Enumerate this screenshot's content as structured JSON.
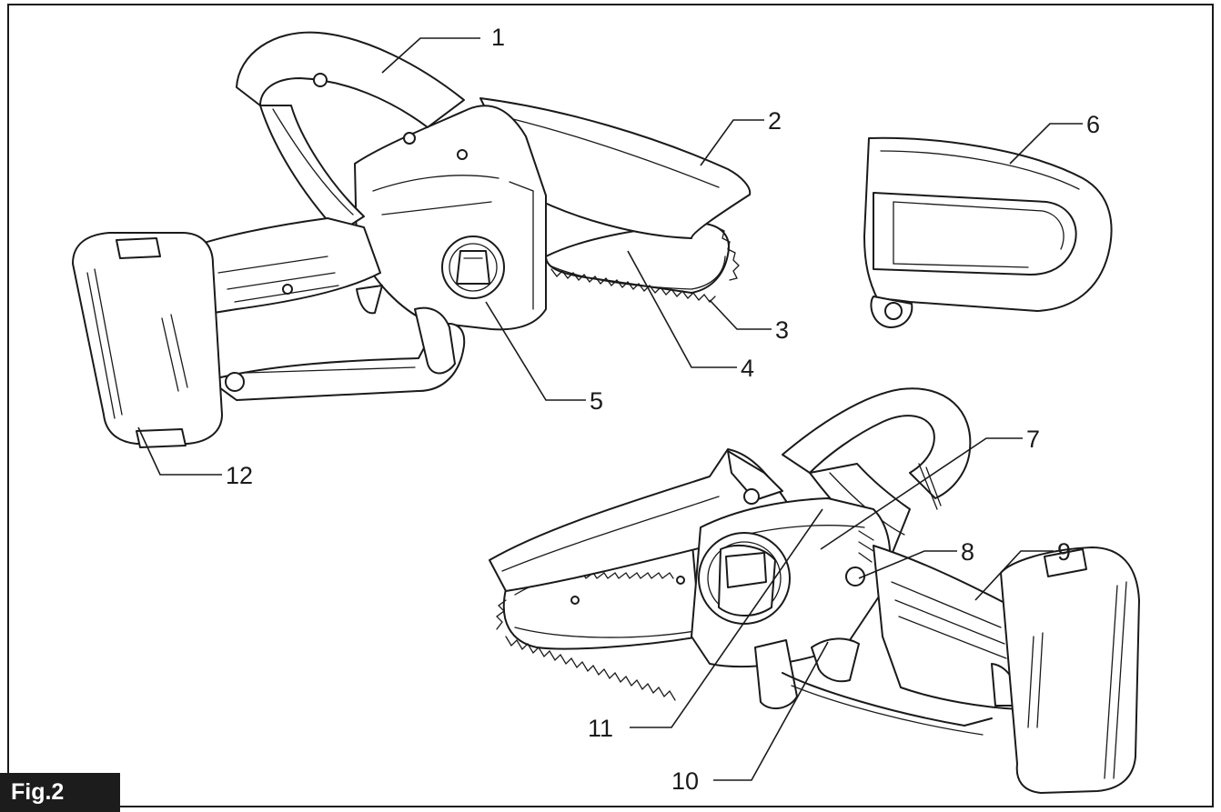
{
  "figure": {
    "label": "Fig.2"
  },
  "callouts": [
    {
      "id": "1",
      "text": "1"
    },
    {
      "id": "2",
      "text": "2"
    },
    {
      "id": "3",
      "text": "3"
    },
    {
      "id": "4",
      "text": "4"
    },
    {
      "id": "5",
      "text": "5"
    },
    {
      "id": "6",
      "text": "6"
    },
    {
      "id": "7",
      "text": "7"
    },
    {
      "id": "8",
      "text": "8"
    },
    {
      "id": "9",
      "text": "9"
    },
    {
      "id": "10",
      "text": "10"
    },
    {
      "id": "11",
      "text": "11"
    },
    {
      "id": "12",
      "text": "12"
    }
  ]
}
